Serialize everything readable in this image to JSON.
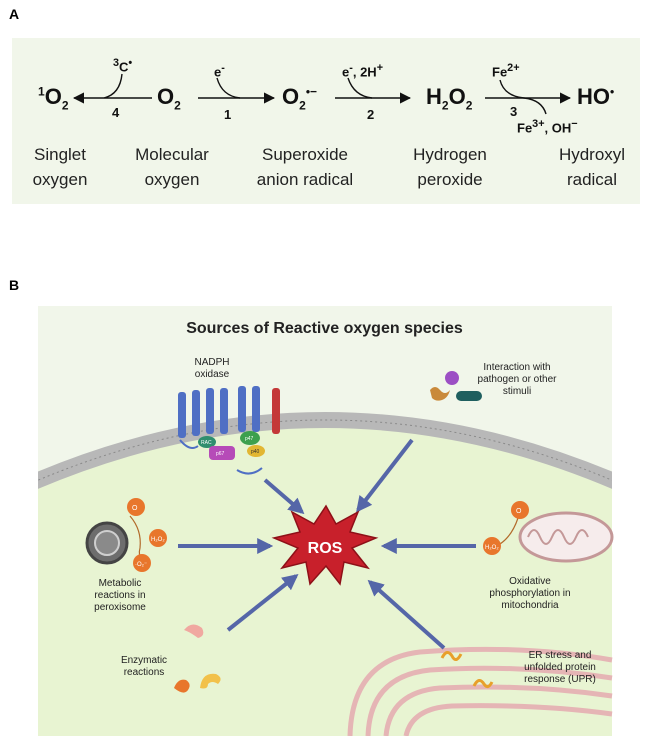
{
  "panelA": {
    "letter": "A",
    "species": [
      {
        "id": "singlet",
        "formula_html": "<sup>1</sup>O<sub>2</sub>",
        "name_line1": "Singlet",
        "name_line2": "oxygen"
      },
      {
        "id": "molecular",
        "formula_html": "O<sub>2</sub>",
        "name_line1": "Molecular",
        "name_line2": "oxygen"
      },
      {
        "id": "superoxide",
        "formula_html": "O<sub>2</sub><sup>•−</sup>",
        "name_line1": "Superoxide",
        "name_line2": "anion radical"
      },
      {
        "id": "peroxide",
        "formula_html": "H<sub>2</sub>O<sub>2</sub>",
        "name_line1": "Hydrogen",
        "name_line2": "peroxide"
      },
      {
        "id": "hydroxyl",
        "formula_html": "HO<sup>•</sup>",
        "name_line1": "Hydroxyl",
        "name_line2": "radical"
      }
    ],
    "reactions": [
      {
        "number": "4",
        "reagent_html": "<sup>3</sup>C<sup>•</sup>"
      },
      {
        "number": "1",
        "reagent_html": "e<sup>-</sup>"
      },
      {
        "number": "2",
        "reagent_html": "e<sup>-</sup>, 2H<sup>+</sup>"
      },
      {
        "number": "3",
        "reagent_html": "Fe<sup>2+</sup>",
        "product_html": "Fe<sup>3+</sup>, OH<sup>−</sup>"
      }
    ]
  },
  "panelB": {
    "letter": "B",
    "title": "Sources of Reactive oxygen species",
    "center": "ROS",
    "nadph": "NADPH\noxidase",
    "pathogen": "Interaction with\npathogen or other\nstimuli",
    "peroxisome": "Metabolic\nreactions in\nperoxisome",
    "mito": "Oxidative\nphosphorylation in\nmitochondria",
    "enzymatic": "Enzymatic\nreactions",
    "er": "ER stress and\nunfolded protein\nresponse (UPR)",
    "molecules": {
      "o2": "O",
      "h2o2": "H₂O₂",
      "superoxide": "·O₂⁻",
      "rac": "RAC",
      "p67": "p67",
      "p47": "p47",
      "p40": "p40"
    }
  },
  "colors": {
    "panel_bg": "#f1f6ea",
    "cell": "#e8f4d2",
    "arrow": "#5566a8",
    "ros": "#c8202b",
    "orange": "#e8762c",
    "nadph_blue": "#4f6fc4",
    "nadph_red": "#c43838"
  }
}
